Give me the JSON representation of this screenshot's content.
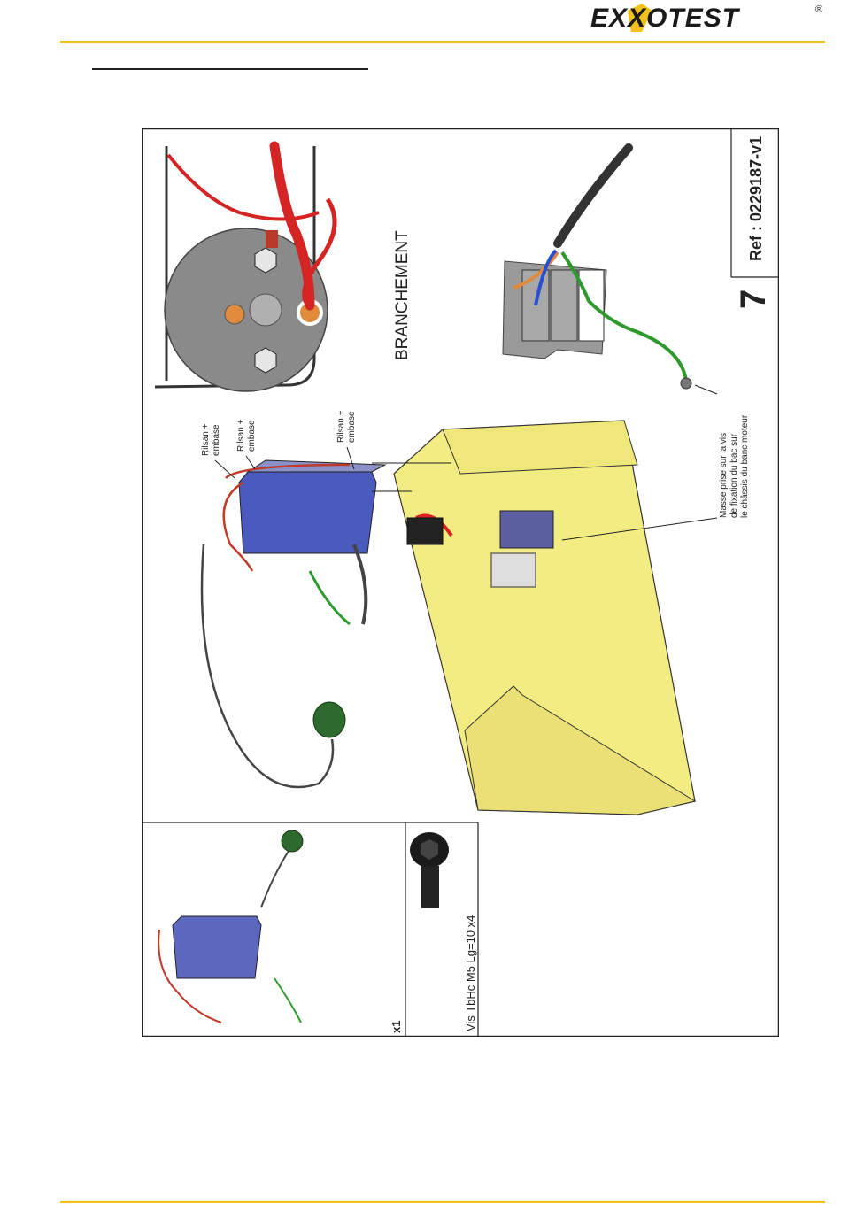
{
  "header": {
    "brand": "EXXOTEST",
    "registered_mark": "®",
    "brand_colors": {
      "accent": "#f2c21b",
      "text": "#1a1a1a"
    }
  },
  "sheet": {
    "step_number": "7",
    "reference": "Ref : 0229187-v1",
    "section_title": "BRANCHEMENT",
    "parts": {
      "kit_quantity": "x1",
      "screw_label": "Vis TbHc M5 Lg=10 x4"
    },
    "callouts": {
      "rilsan_1_line1": "Rilsan +",
      "rilsan_1_line2": "embase",
      "rilsan_2_line1": "Rilsan +",
      "rilsan_2_line2": "embase",
      "rilsan_3_line1": "Rilsan +",
      "rilsan_3_line2": "embase",
      "ground_line1": "Masse prise sur la vis",
      "ground_line2": "de fixation du bac sur",
      "ground_line3": "le châssis du banc moteur"
    }
  }
}
